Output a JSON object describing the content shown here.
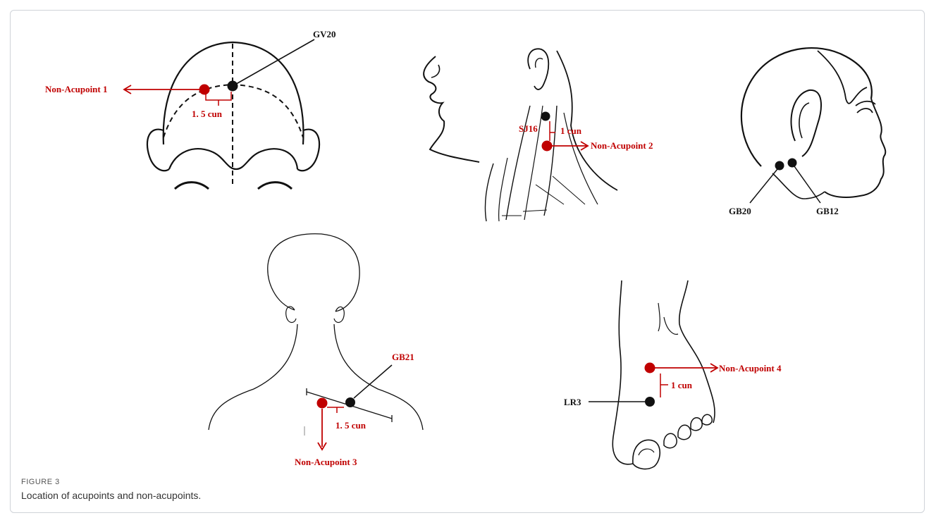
{
  "figure": {
    "label": "FIGURE 3",
    "caption": "Location of acupoints and non-acupoints."
  },
  "panels": {
    "head_top": {
      "acupoint": "GV20",
      "non_acupoint": "Non-Acupoint  1",
      "distance": "1. 5  cun"
    },
    "neck_side": {
      "acupoint": "SJ16",
      "non_acupoint": "Non-Acupoint 2",
      "distance": "1 cun"
    },
    "head_side": {
      "acupoint_a": "GB20",
      "acupoint_b": "GB12"
    },
    "back": {
      "acupoint": "GB21",
      "non_acupoint": "Non-Acupoint 3",
      "distance": "1. 5  cun"
    },
    "foot": {
      "acupoint": "LR3",
      "non_acupoint": "Non-Acupoint 4",
      "distance": "1 cun"
    }
  },
  "colors": {
    "acupoint": "#111111",
    "non_acupoint": "#c00000"
  }
}
